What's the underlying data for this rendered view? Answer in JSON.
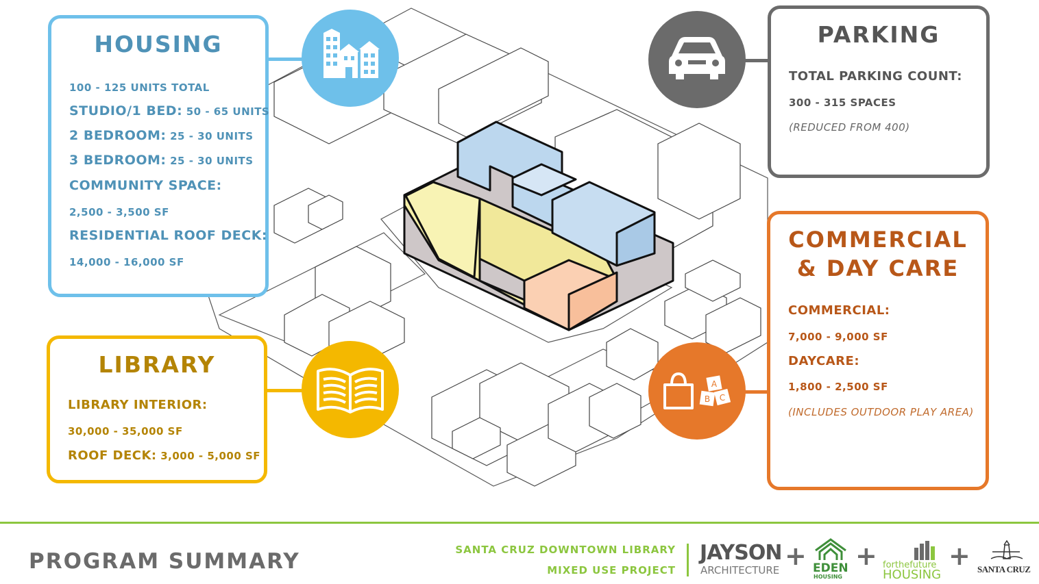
{
  "housing": {
    "title": "HOUSING",
    "lines": [
      {
        "label": "",
        "value": "100 - 125 UNITS TOTAL"
      },
      {
        "label": "STUDIO/1 BED:",
        "value": "50 - 65 UNITS"
      },
      {
        "label": "2 BEDROOM:",
        "value": "25 - 30 UNITS"
      },
      {
        "label": "3 BEDROOM:",
        "value": "25 - 30 UNITS"
      },
      {
        "label": "COMMUNITY SPACE:",
        "value": ""
      },
      {
        "label": "",
        "value": "2,500 - 3,500 SF"
      },
      {
        "label": "RESIDENTIAL ROOF DECK:",
        "value": ""
      },
      {
        "label": "",
        "value": "14,000 - 16,000 SF"
      }
    ],
    "color": "#6ec0ea",
    "icon": "buildings-icon"
  },
  "library": {
    "title": "LIBRARY",
    "lines": [
      {
        "label": "LIBRARY INTERIOR:",
        "value": ""
      },
      {
        "label": "",
        "value": "30,000 - 35,000 SF"
      },
      {
        "label": "ROOF DECK:",
        "value": "3,000 - 5,000 SF"
      }
    ],
    "color": "#f4b800",
    "icon": "open-book-icon"
  },
  "parking": {
    "title": "PARKING",
    "line1": "TOTAL PARKING COUNT:",
    "line2": "300 - 315 SPACES",
    "note": "(REDUCED FROM 400)",
    "color": "#6b6b6b",
    "icon": "car-icon"
  },
  "commercial": {
    "title_line1": "COMMERCIAL",
    "title_line2": "& DAY CARE",
    "commercial_label": "COMMERCIAL:",
    "commercial_value": "7,000 - 9,000 SF",
    "daycare_label": "DAYCARE:",
    "daycare_value": "1,800 - 2,500 SF",
    "note": "(INCLUDES OUTDOOR PLAY AREA)",
    "color": "#e6782a",
    "icon": "shopping-bag-blocks-icon",
    "blocks": [
      "A",
      "B",
      "C"
    ]
  },
  "footer": {
    "summary": "PROGRAM SUMMARY",
    "project_line1": "SANTA CRUZ DOWNTOWN LIBRARY",
    "project_line2": "MIXED USE PROJECT",
    "partner1_name": "JAYSON",
    "partner1_sub": "ARCHITECTURE",
    "partner2_name": "EDEN",
    "partner2_sub": "HOUSING",
    "partner3_top": "forthefuture",
    "partner3_bottom": "HOUSING",
    "partner4_name": "SANTA CRUZ",
    "plus": "+",
    "accent": "#8cc63f"
  }
}
